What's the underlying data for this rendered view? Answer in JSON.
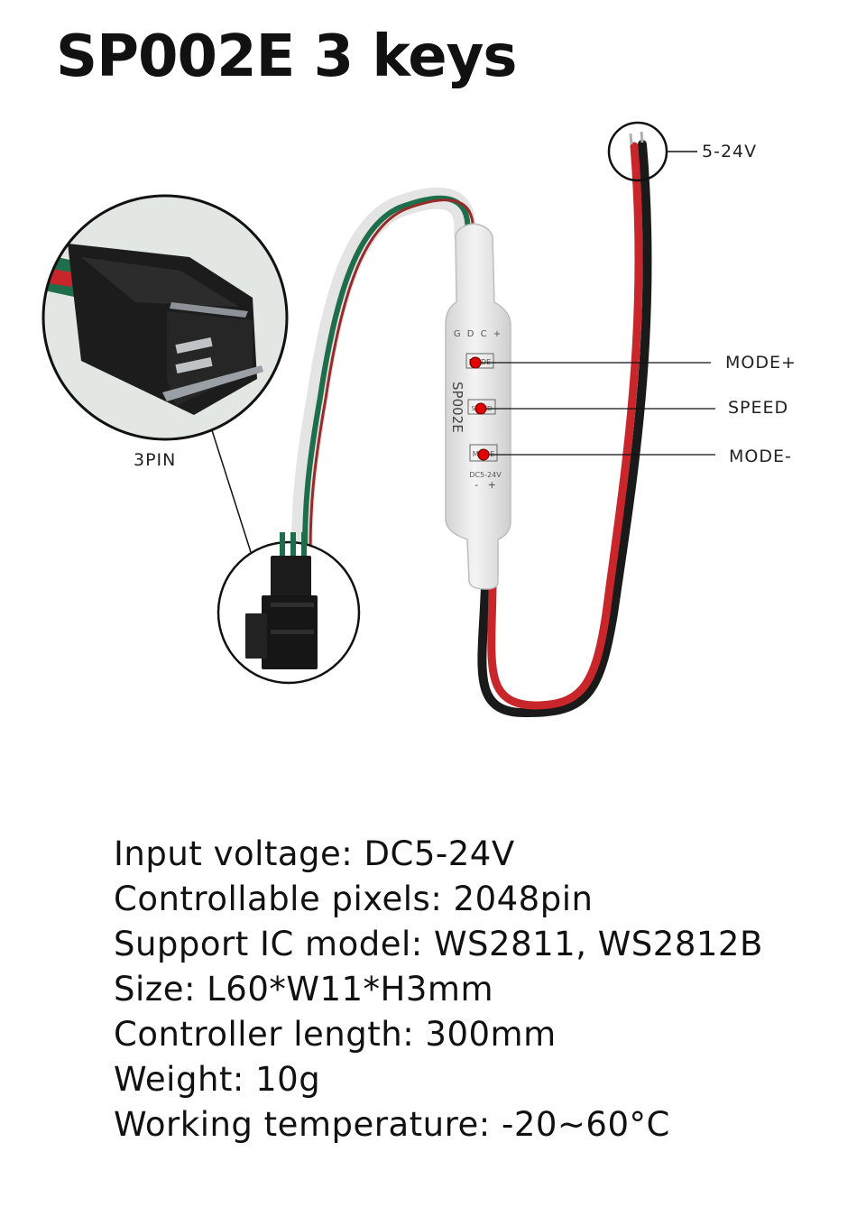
{
  "title": "SP002E 3 keys",
  "labels": {
    "power": "5-24V",
    "mode_plus": "MODE+",
    "speed": "SPEED",
    "mode_minus": "MODE-",
    "connector": "3PIN"
  },
  "controller": {
    "pins": "G D C +",
    "model": "SP002E",
    "key1": "MODE",
    "key2": "SPEED",
    "key3": "MODE",
    "power_label": "DC5-24V",
    "polarity": "-   +"
  },
  "specs": [
    "Input voltage: DC5-24V",
    "Controllable pixels: 2048pin",
    "Support IC model: WS2811, WS2812B",
    "Size: L60*W11*H3mm",
    "Controller length: 300mm",
    "Weight: 10g",
    "Working temperature: -20~60°C"
  ],
  "colors": {
    "wire_red": "#c8262b",
    "wire_black": "#1a1a1a",
    "wire_green": "#1e6e4c",
    "wire_white": "#e4e4e4",
    "button_dot": "#e00000"
  }
}
